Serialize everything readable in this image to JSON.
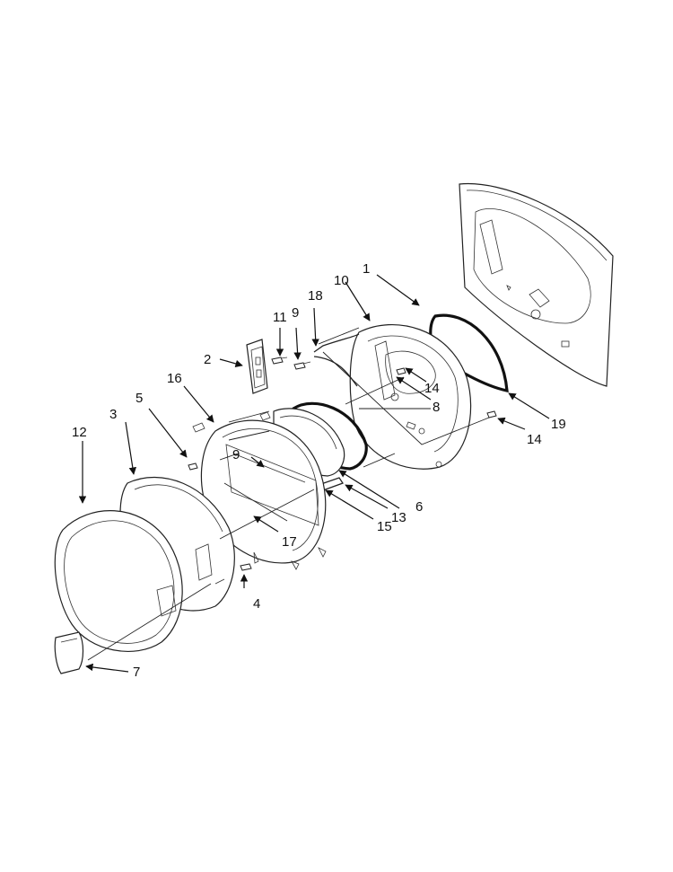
{
  "callouts": [
    {
      "id": "c1",
      "text": "1"
    },
    {
      "id": "c2",
      "text": "2"
    },
    {
      "id": "c3",
      "text": "3"
    },
    {
      "id": "c4",
      "text": "4"
    },
    {
      "id": "c5",
      "text": "5"
    },
    {
      "id": "c6",
      "text": "6"
    },
    {
      "id": "c7",
      "text": "7"
    },
    {
      "id": "c8",
      "text": "8"
    },
    {
      "id": "c9a",
      "text": "9"
    },
    {
      "id": "c9b",
      "text": "9"
    },
    {
      "id": "c10",
      "text": "10"
    },
    {
      "id": "c11",
      "text": "11"
    },
    {
      "id": "c12",
      "text": "12"
    },
    {
      "id": "c13",
      "text": "13"
    },
    {
      "id": "c14a",
      "text": "14"
    },
    {
      "id": "c14b",
      "text": "14"
    },
    {
      "id": "c15",
      "text": "15"
    },
    {
      "id": "c16",
      "text": "16"
    },
    {
      "id": "c17",
      "text": "17"
    },
    {
      "id": "c18",
      "text": "18"
    },
    {
      "id": "c19",
      "text": "19"
    }
  ]
}
